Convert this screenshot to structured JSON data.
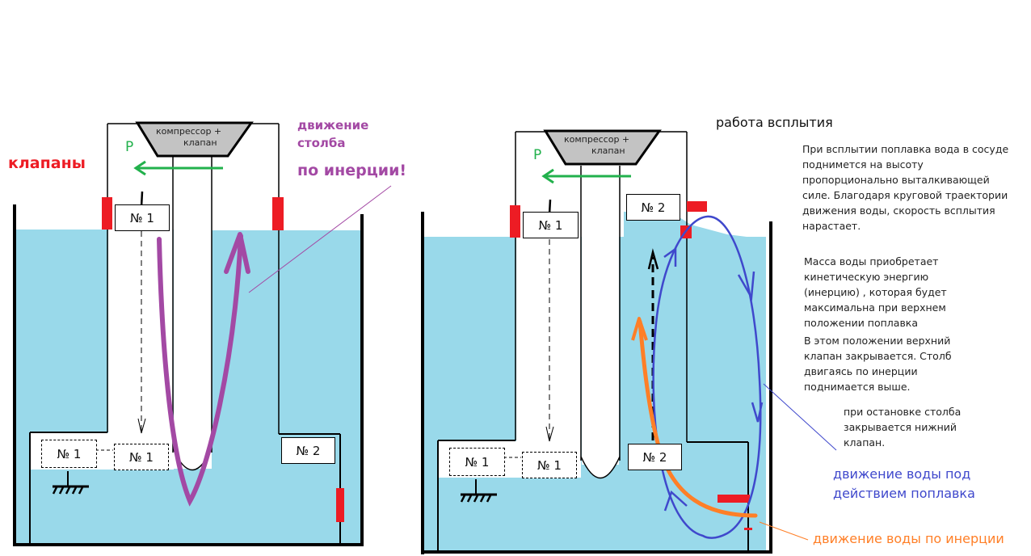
{
  "left_diagram": {
    "valves_label": "клапаны",
    "pressure_label": "P",
    "compressor_label_line1": "компрессор +",
    "compressor_label_line2": "клапан",
    "column_motion_line1": "движение",
    "column_motion_line2": "столба",
    "column_motion_line3": "по инерции!",
    "float_top": "№ 1",
    "float_bottom_left": "№ 1",
    "float_bottom_mid": "№ 1",
    "float_right": "№ 2"
  },
  "right_diagram": {
    "title": "работа всплытия",
    "pressure_label": "P",
    "compressor_label_line1": "компрессор +",
    "compressor_label_line2": "клапан",
    "float_top_left": "№ 1",
    "float_top_right": "№ 2",
    "float_bottom_left": "№ 1",
    "float_bottom_mid": "№ 1",
    "float_bottom_right": "№ 2",
    "notes": [
      "При всплытии поплавка вода в сосуде поднимется на высоту пропорционально выталкивающей силе. Благодаря круговой траектории движения воды, скорость всплытия нарастает.",
      "Масса воды приобретает кинетическую энергию (инерцию) , которая будет максимальна при верхнем положении поплавка",
      "В этом положении верхний клапан закрывается. Столб двигаясь по инерции поднимается выше.",
      "при остановке столба закрывается нижний клапан."
    ],
    "blue_label_line1": "движение воды под",
    "blue_label_line2": "действием поплавка",
    "orange_label": "движение воды по инерции"
  },
  "colors": {
    "water": "#99d9ea",
    "valve": "#ed1c24",
    "purple": "#a349a4",
    "green": "#22b14c",
    "blue": "#3f48cc",
    "orange": "#ff7f27",
    "compressor": "#c3c3c3"
  }
}
